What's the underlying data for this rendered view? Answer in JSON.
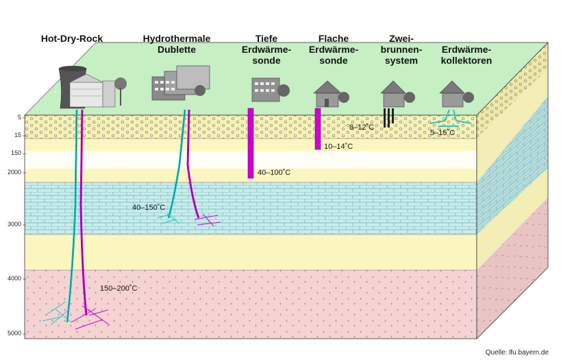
{
  "headings": [
    {
      "id": "hot-dry-rock",
      "text": "Hot-Dry-Rock"
    },
    {
      "id": "hydrothermale-dublette",
      "text": "Hydrothermale\nDublette"
    },
    {
      "id": "tiefe-erdwaermesonde",
      "text": "Tiefe\nErdwärme-\nsonde"
    },
    {
      "id": "flache-erdwaermesonde",
      "text": "Flache\nErdwärme-\nsonde"
    },
    {
      "id": "zweibrunnensystem",
      "text": "Zwei-\nbrunnen-\nsystem"
    },
    {
      "id": "erdwaermekollektoren",
      "text": "Erdwärme-\nkollektoren"
    }
  ],
  "depth_labels": [
    "5",
    "15",
    "150",
    "2000",
    "3000",
    "4000",
    "5000"
  ],
  "temperatures": [
    {
      "id": "zweibrunnen",
      "text": "8–12˚C"
    },
    {
      "id": "flache-sonde",
      "text": "10–14˚C"
    },
    {
      "id": "tiefe-sonde",
      "text": "40–100˚C"
    },
    {
      "id": "kollektoren",
      "text": "5–15˚C"
    },
    {
      "id": "dublette",
      "text": "40–150˚C"
    },
    {
      "id": "hot-dry-rock",
      "text": "150–200˚C"
    }
  ],
  "source": "Quelle: lfu.bayern.de",
  "colors": {
    "grass": "#c6efc3",
    "gravel": "#f6f1b6",
    "sand": "#fbf6c0",
    "limestone": "#c8ecec",
    "granite": "#f6d3d3",
    "hot_pipe": "#d000d0",
    "cold_pipe": "#22c7c7",
    "building": "#8a8a8a"
  }
}
